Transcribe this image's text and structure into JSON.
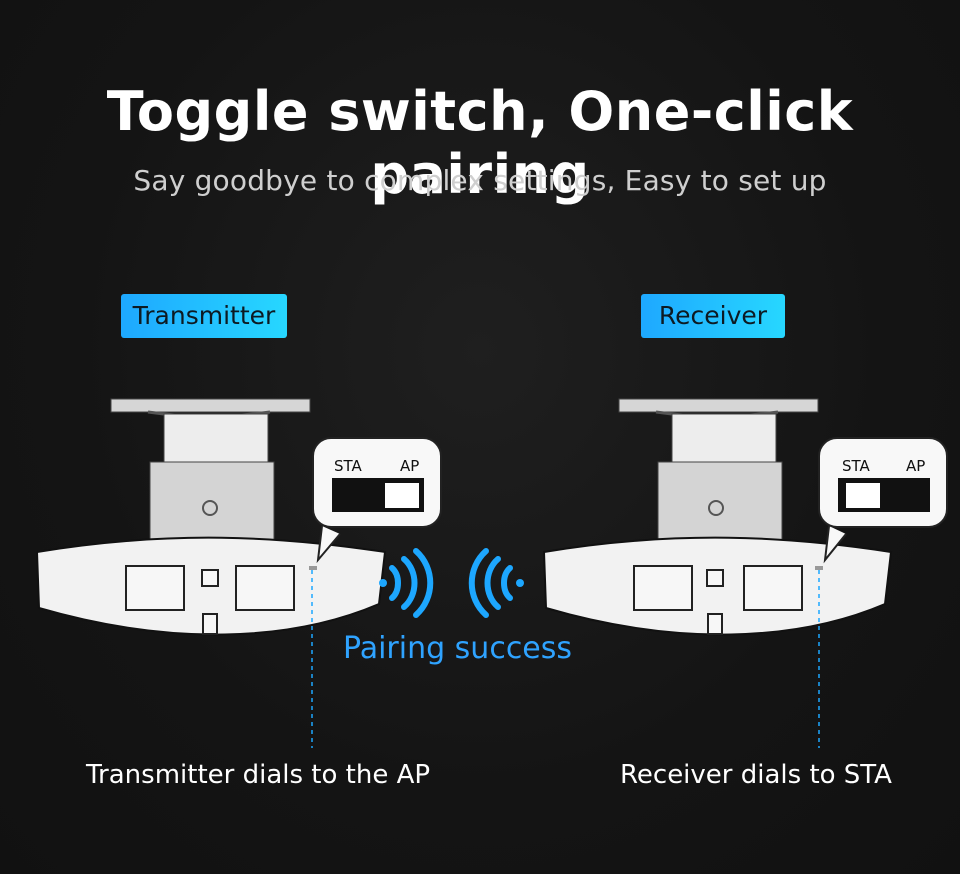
{
  "header": {
    "title": "Toggle switch, One-click pairing",
    "subtitle": "Say goodbye to complex settings, Easy to set up"
  },
  "devices": {
    "transmitter": {
      "label": "Transmitter",
      "switch_left": "STA",
      "switch_right": "AP",
      "selected": "AP",
      "caption": "Transmitter dials to the AP"
    },
    "receiver": {
      "label": "Receiver",
      "switch_left": "STA",
      "switch_right": "AP",
      "selected": "STA",
      "caption": "Receiver dials to STA"
    }
  },
  "status": {
    "pairing_text": "Pairing success"
  },
  "colors": {
    "accent": "#1ea8ff",
    "accent_light": "#27d7ff",
    "pairing_text": "#2fa3ff"
  }
}
